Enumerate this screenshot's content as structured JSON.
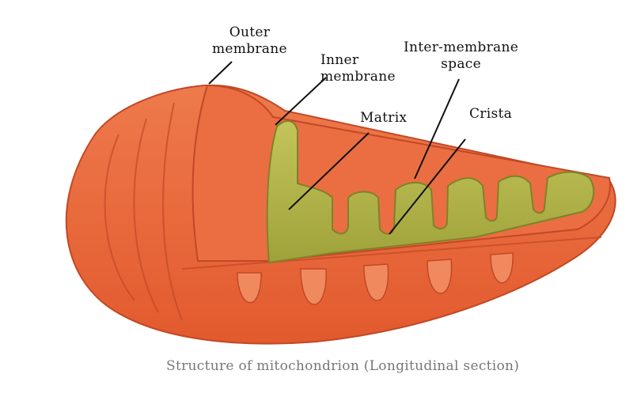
{
  "labels": {
    "outer_membrane": [
      "Outer",
      "membrane"
    ],
    "inner_membrane": [
      "Inner",
      "membrane"
    ],
    "inter_membrane_space": [
      "Inter-membrane",
      "space"
    ],
    "matrix": "Matrix",
    "crista": "Crista"
  },
  "caption": "Structure of mitochondrion (Longitudinal section)",
  "colors": {
    "outer": "#e8653a",
    "outer_dark": "#c94a25",
    "matrix": "#b3b54a",
    "matrix_dark": "#8c8f2e"
  }
}
